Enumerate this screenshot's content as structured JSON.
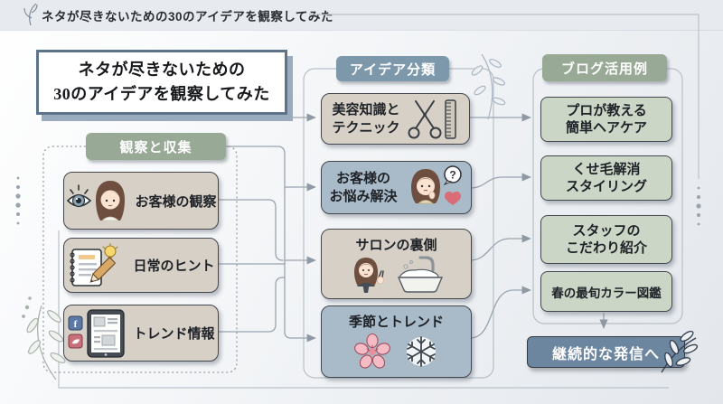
{
  "topbar": {
    "title": "ネタが尽きないための30のアイデアを観察してみた"
  },
  "title_box": {
    "line1": "ネタが尽きないための",
    "line2": "30のアイデアを観察してみた"
  },
  "left_column": {
    "header": "観察と収集",
    "items": [
      {
        "label": "お客様の観察",
        "icon": "eye-girl-icon"
      },
      {
        "label": "日常のヒント",
        "icon": "notebook-idea-icon"
      },
      {
        "label": "トレンド情報",
        "icon": "social-media-tablet-icon"
      }
    ]
  },
  "middle_column": {
    "header": "アイデア分類",
    "items": [
      {
        "line1": "美容知識と",
        "line2": "テクニック",
        "icon": "scissors-comb-icon"
      },
      {
        "line1": "お客様の",
        "line2": "お悩み解決",
        "icon": "worried-customer-icon"
      },
      {
        "label": "サロンの裏側",
        "icon": "salon-backstage-icon"
      },
      {
        "label": "季節とトレンド",
        "icon": "sakura-snowflake-icon"
      }
    ]
  },
  "right_column": {
    "header": "ブログ活用例",
    "items": [
      {
        "line1": "プロが教える",
        "line2": "簡単ヘアケア"
      },
      {
        "line1": "くせ毛解消",
        "line2": "スタイリング"
      },
      {
        "line1": "スタッフの",
        "line2": "こだわり紹介"
      },
      {
        "label": "春の最旬カラー図鑑"
      }
    ]
  },
  "footer": {
    "badge": "継続的な発信へ"
  },
  "colors": {
    "accent_sage": "#98a996",
    "accent_blue": "#7e98ab",
    "box_beige": "#d7d0c6",
    "box_bluegray": "#a9bbc9",
    "box_sage_light": "#ccd6c6",
    "footer_blue": "#6d86a0",
    "title_border": "#5c7389"
  }
}
